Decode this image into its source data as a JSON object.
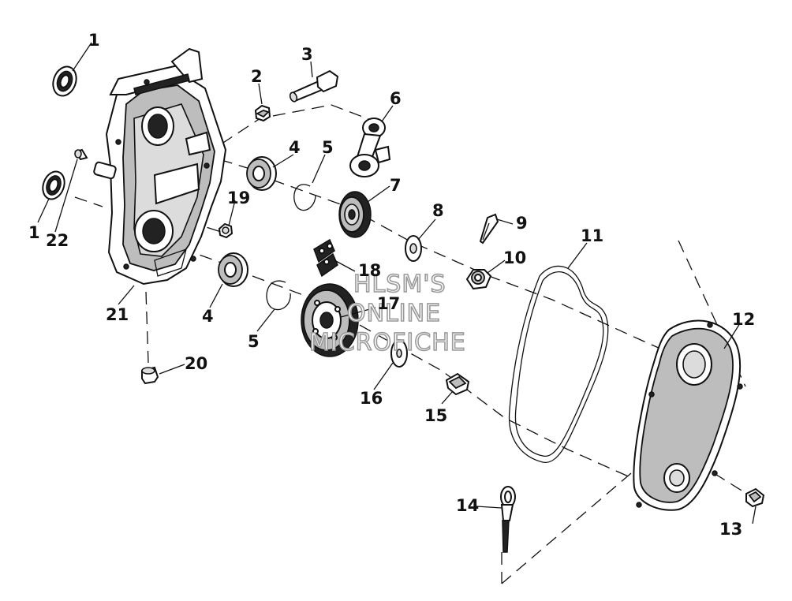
{
  "callouts": {
    "c1a": "1",
    "c1b": "1",
    "c2": "2",
    "c3": "3",
    "c4a": "4",
    "c4b": "4",
    "c5a": "5",
    "c5b": "5",
    "c6": "6",
    "c7": "7",
    "c8": "8",
    "c9": "9",
    "c10": "10",
    "c11": "11",
    "c12": "12",
    "c13": "13",
    "c14": "14",
    "c15": "15",
    "c16": "16",
    "c17": "17",
    "c18": "18",
    "c19": "19",
    "c20": "20",
    "c21": "21",
    "c22": "22"
  },
  "watermark": {
    "line1": "HLSM'S",
    "line2": "ONLINE",
    "line3": "MICROFICHE"
  }
}
